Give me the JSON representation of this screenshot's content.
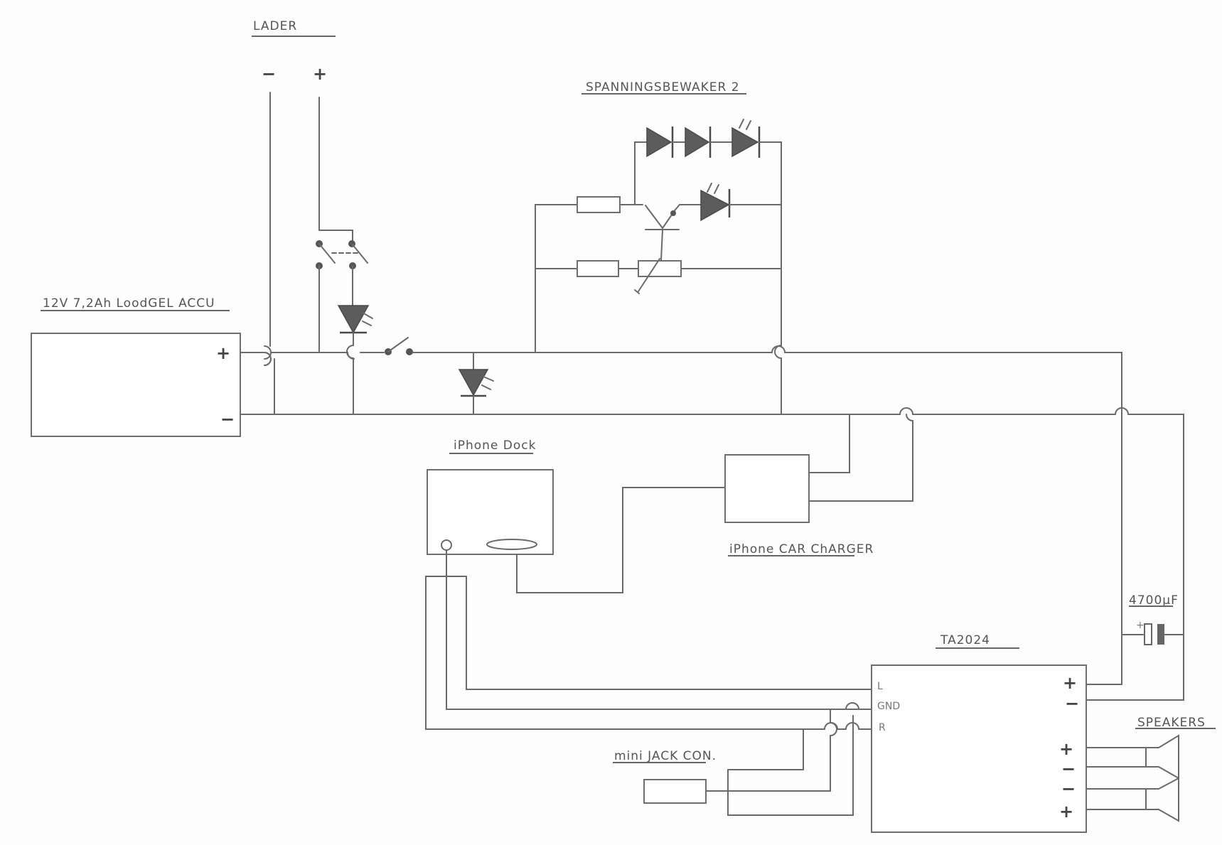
{
  "labels": {
    "charger": "LADER",
    "charger_minus": "−",
    "charger_plus": "+",
    "voltage_monitor": "SPANNINGSBEWAKER 2",
    "battery": "12V 7,2Ah LoodGEL ACCU",
    "battery_plus": "+",
    "battery_minus": "−",
    "iphone_dock": "iPhone Dock",
    "car_charger": "iPhone CAR ChARGER",
    "capacitor": "4700µF",
    "capacitor_plus": "+",
    "amplifier": "TA2024",
    "amp_pin_l": "L",
    "amp_pin_gnd": "GND",
    "amp_pin_r": "R",
    "amp_power_plus": "+",
    "amp_power_minus": "−",
    "amp_out_1": "+",
    "amp_out_2": "−",
    "amp_out_3": "−",
    "amp_out_4": "+",
    "speakers": "SPEAKERS",
    "minijack": "mini JACK CON."
  }
}
